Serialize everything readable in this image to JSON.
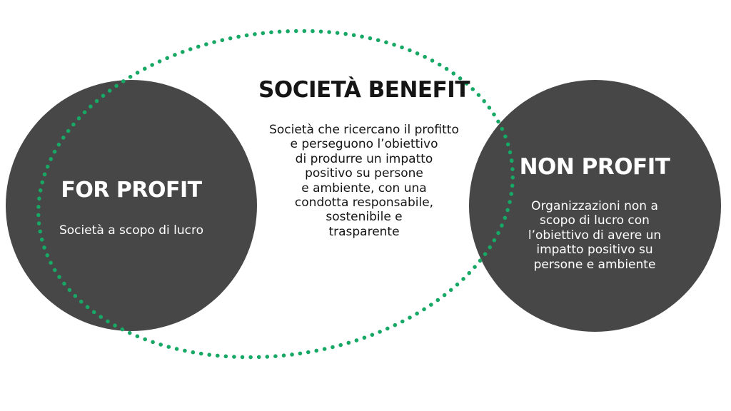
{
  "colors": {
    "circle_fill": "#474747",
    "dotted_ring": "#18a866",
    "text_dark": "#151515",
    "text_light": "#ffffff"
  },
  "for_profit": {
    "title": "FOR PROFIT",
    "description": "Società a scopo di lucro"
  },
  "benefit": {
    "title": "SOCIETÀ BENEFIT",
    "description": "Società che ricercano il profitto\ne perseguono l’obiettivo\ndi produrre un impatto\npositivo su persone\ne ambiente, con una\ncondotta responsabile,\nsostenibile e\ntrasparente"
  },
  "non_profit": {
    "title": "NON PROFIT",
    "description": "Organizzazioni non a\nscopo di lucro con\nl’obiettivo di avere un\nimpatto positivo su\npersone e ambiente"
  }
}
